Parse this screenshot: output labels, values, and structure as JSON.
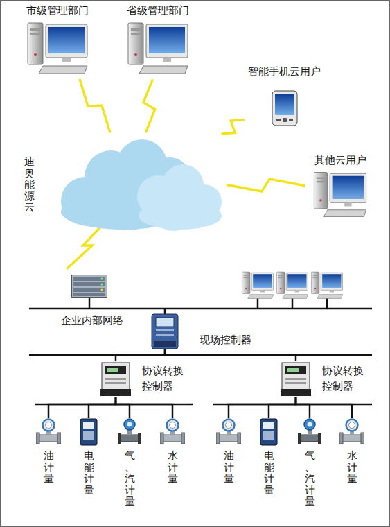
{
  "diagram": {
    "nodes": [
      {
        "text": [
          "市级管理部门"
        ]
      },
      {
        "text": [
          "省级管理部门"
        ]
      },
      {
        "text": [
          "智能手机云用户"
        ]
      },
      {
        "text": [
          "迪奥能源云"
        ]
      },
      {
        "text": [
          "其他云用户"
        ]
      },
      {
        "text": [
          "现场控制器"
        ]
      },
      {
        "text": [
          "协议转换 控制器"
        ]
      },
      {
        "text": [
          "协议转换 控制器"
        ]
      },
      {
        "text": [
          "油计量"
        ]
      },
      {
        "text": [
          "电能计量"
        ]
      },
      {
        "text": [
          "气、汽计量"
        ]
      },
      {
        "text": [
          "水计量"
        ]
      },
      {
        "text": [
          "油计量"
        ]
      },
      {
        "text": [
          "电能计量"
        ]
      },
      {
        "text": [
          "气、汽计量"
        ]
      },
      {
        "text": [
          "水计量"
        ]
      }
    ],
    "edges": [
      {
        "from": 3,
        "to": 0,
        "arrow": "none"
      },
      {
        "from": 3,
        "to": 1,
        "arrow": "none"
      },
      {
        "from": 3,
        "to": 2,
        "arrow": "none"
      },
      {
        "from": 3,
        "to": 4,
        "arrow": "none"
      },
      {
        "from": 5,
        "to": 6,
        "arrow": "none"
      },
      {
        "from": 5,
        "to": 7,
        "arrow": "none"
      },
      {
        "from": 6,
        "to": 8,
        "arrow": "none"
      },
      {
        "from": 6,
        "to": 9,
        "arrow": "none"
      },
      {
        "from": 6,
        "to": 10,
        "arrow": "none"
      },
      {
        "from": 6,
        "to": 11,
        "arrow": "none"
      },
      {
        "from": 7,
        "to": 12,
        "arrow": "none"
      },
      {
        "from": 7,
        "to": 13,
        "arrow": "none"
      },
      {
        "from": 7,
        "to": 14,
        "arrow": "none"
      },
      {
        "from": 7,
        "to": 15,
        "arrow": "none"
      }
    ],
    "labels": [
      "企业内部网络"
    ]
  }
}
